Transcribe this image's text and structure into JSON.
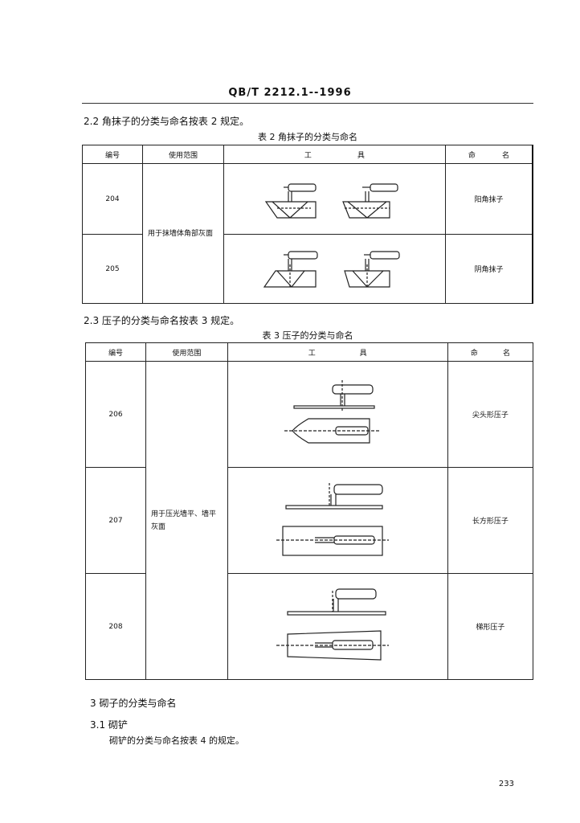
{
  "header": {
    "standard_code": "QB/T 2212.1--1996"
  },
  "section_2_2": {
    "text": "2.2  角抹子的分类与命名按表 2 规定。",
    "table_caption": "表 2   角抹子的分类与命名",
    "columns": {
      "number": [
        "编",
        "号"
      ],
      "usage": "使用范围",
      "tool": [
        "工",
        "具"
      ],
      "name": [
        "命",
        "名"
      ]
    },
    "usage": "用于抹墙体角部灰面",
    "rows": [
      {
        "number": "204",
        "name": "阳角抹子"
      },
      {
        "number": "205",
        "name": "阴角抹子"
      }
    ]
  },
  "section_2_3": {
    "text": "2.3  压子的分类与命名按表 3 规定。",
    "table_caption": "表 3   压子的分类与命名",
    "columns": {
      "number": [
        "编",
        "号"
      ],
      "usage": "使用范围",
      "tool": [
        "工",
        "具"
      ],
      "name": [
        "命",
        "名"
      ]
    },
    "usage": "用于压光墙平、墙平灰面",
    "rows": [
      {
        "number": "206",
        "name": "尖头形压子"
      },
      {
        "number": "207",
        "name": "长方形压子"
      },
      {
        "number": "208",
        "name": "梯形压子"
      }
    ]
  },
  "section_3": {
    "title": "3  砌子的分类与命名"
  },
  "section_3_1": {
    "title": "3.1   砌铲",
    "body": "砌铲的分类与命名按表 4 的规定。"
  },
  "page_number": "233"
}
